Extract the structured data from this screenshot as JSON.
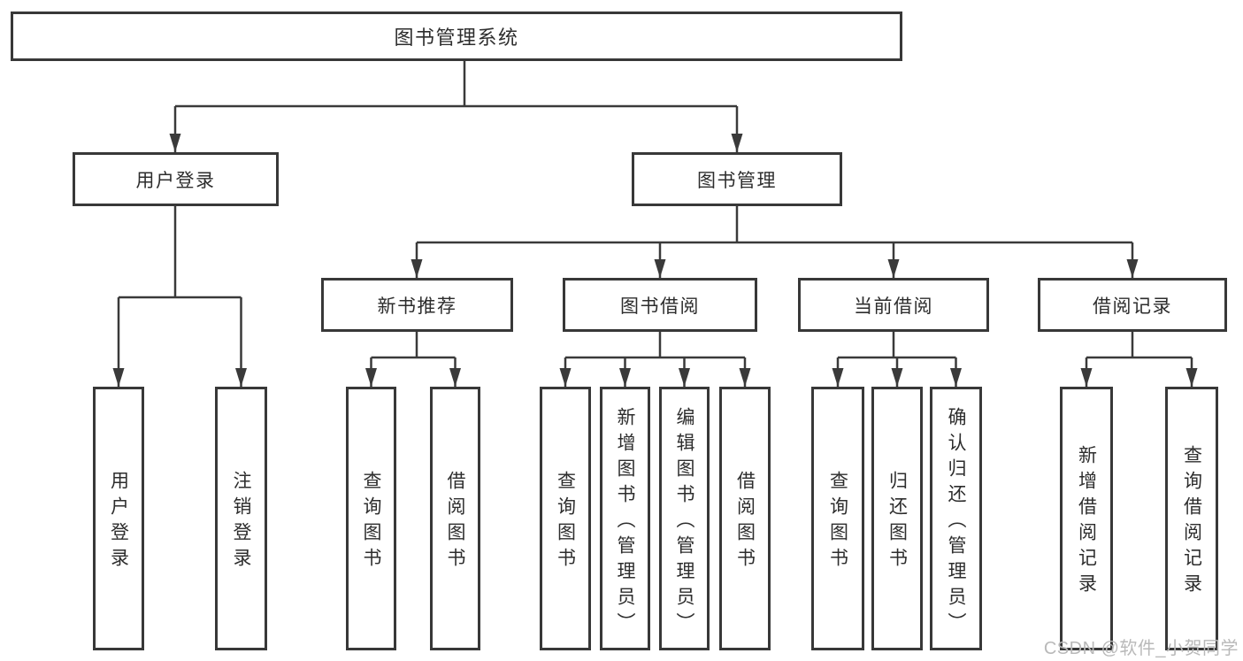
{
  "tree": {
    "label": "图书管理系统",
    "children": [
      {
        "label": "用户登录",
        "children": [
          {
            "label": "用户登录"
          },
          {
            "label": "注销登录"
          }
        ]
      },
      {
        "label": "图书管理",
        "children": [
          {
            "label": "新书推荐",
            "children": [
              {
                "label": "查询图书"
              },
              {
                "label": "借阅图书"
              }
            ]
          },
          {
            "label": "图书借阅",
            "children": [
              {
                "label": "查询图书"
              },
              {
                "label": "新增图书（管理员）"
              },
              {
                "label": "编辑图书（管理员）"
              },
              {
                "label": "借阅图书"
              }
            ]
          },
          {
            "label": "当前借阅",
            "children": [
              {
                "label": "查询图书"
              },
              {
                "label": "归还图书"
              },
              {
                "label": "确认归还（管理员）"
              }
            ]
          },
          {
            "label": "借阅记录",
            "children": [
              {
                "label": "新增借阅记录"
              },
              {
                "label": "查询借阅记录"
              }
            ]
          }
        ]
      }
    ]
  },
  "watermark": {
    "text": "CSDN @软件_小贺同学"
  },
  "colors": {
    "line": "#3a3a3a",
    "box_border": "#383838",
    "text": "#2d2d2d",
    "background": "#ffffff",
    "watermark": "#b9b9b9"
  }
}
